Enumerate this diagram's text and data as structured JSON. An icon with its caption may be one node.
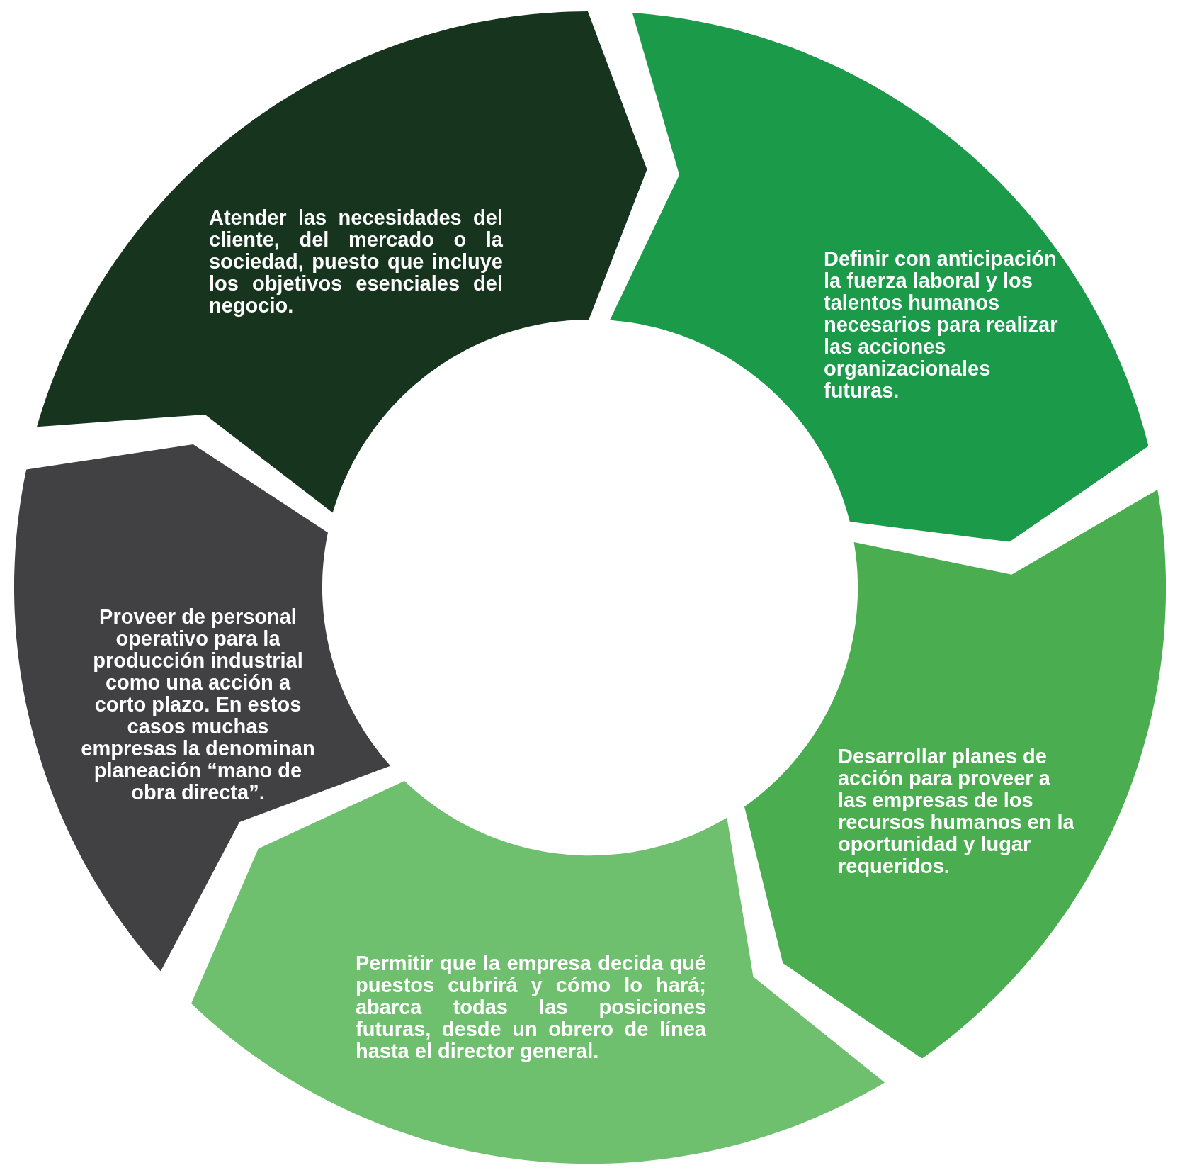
{
  "diagram": {
    "nodes": [
      {
        "text": [
          "Atender las necesidades del cliente, del mercado o la sociedad, puesto que incluye los objetivos esenciales del negocio."
        ]
      },
      {
        "text": [
          "Definir con anticipación la fuerza laboral y los talentos humanos necesarios para realizar las acciones organizacionales futuras."
        ]
      },
      {
        "text": [
          "Desarrollar planes de acción para proveer a las empresas de los recursos humanos en la oportunidad y lugar requeridos."
        ]
      },
      {
        "text": [
          "Permitir que la empresa decida qué puestos cubrirá y cómo lo hará; abarca todas las posiciones futuras, desde un obrero de línea hasta el director general."
        ]
      },
      {
        "text": [
          "Proveer de personal operativo para la producción industrial como una acción a corto plazo. En estos casos muchas empresas la denominan planeación “mano de obra directa”."
        ]
      }
    ]
  }
}
